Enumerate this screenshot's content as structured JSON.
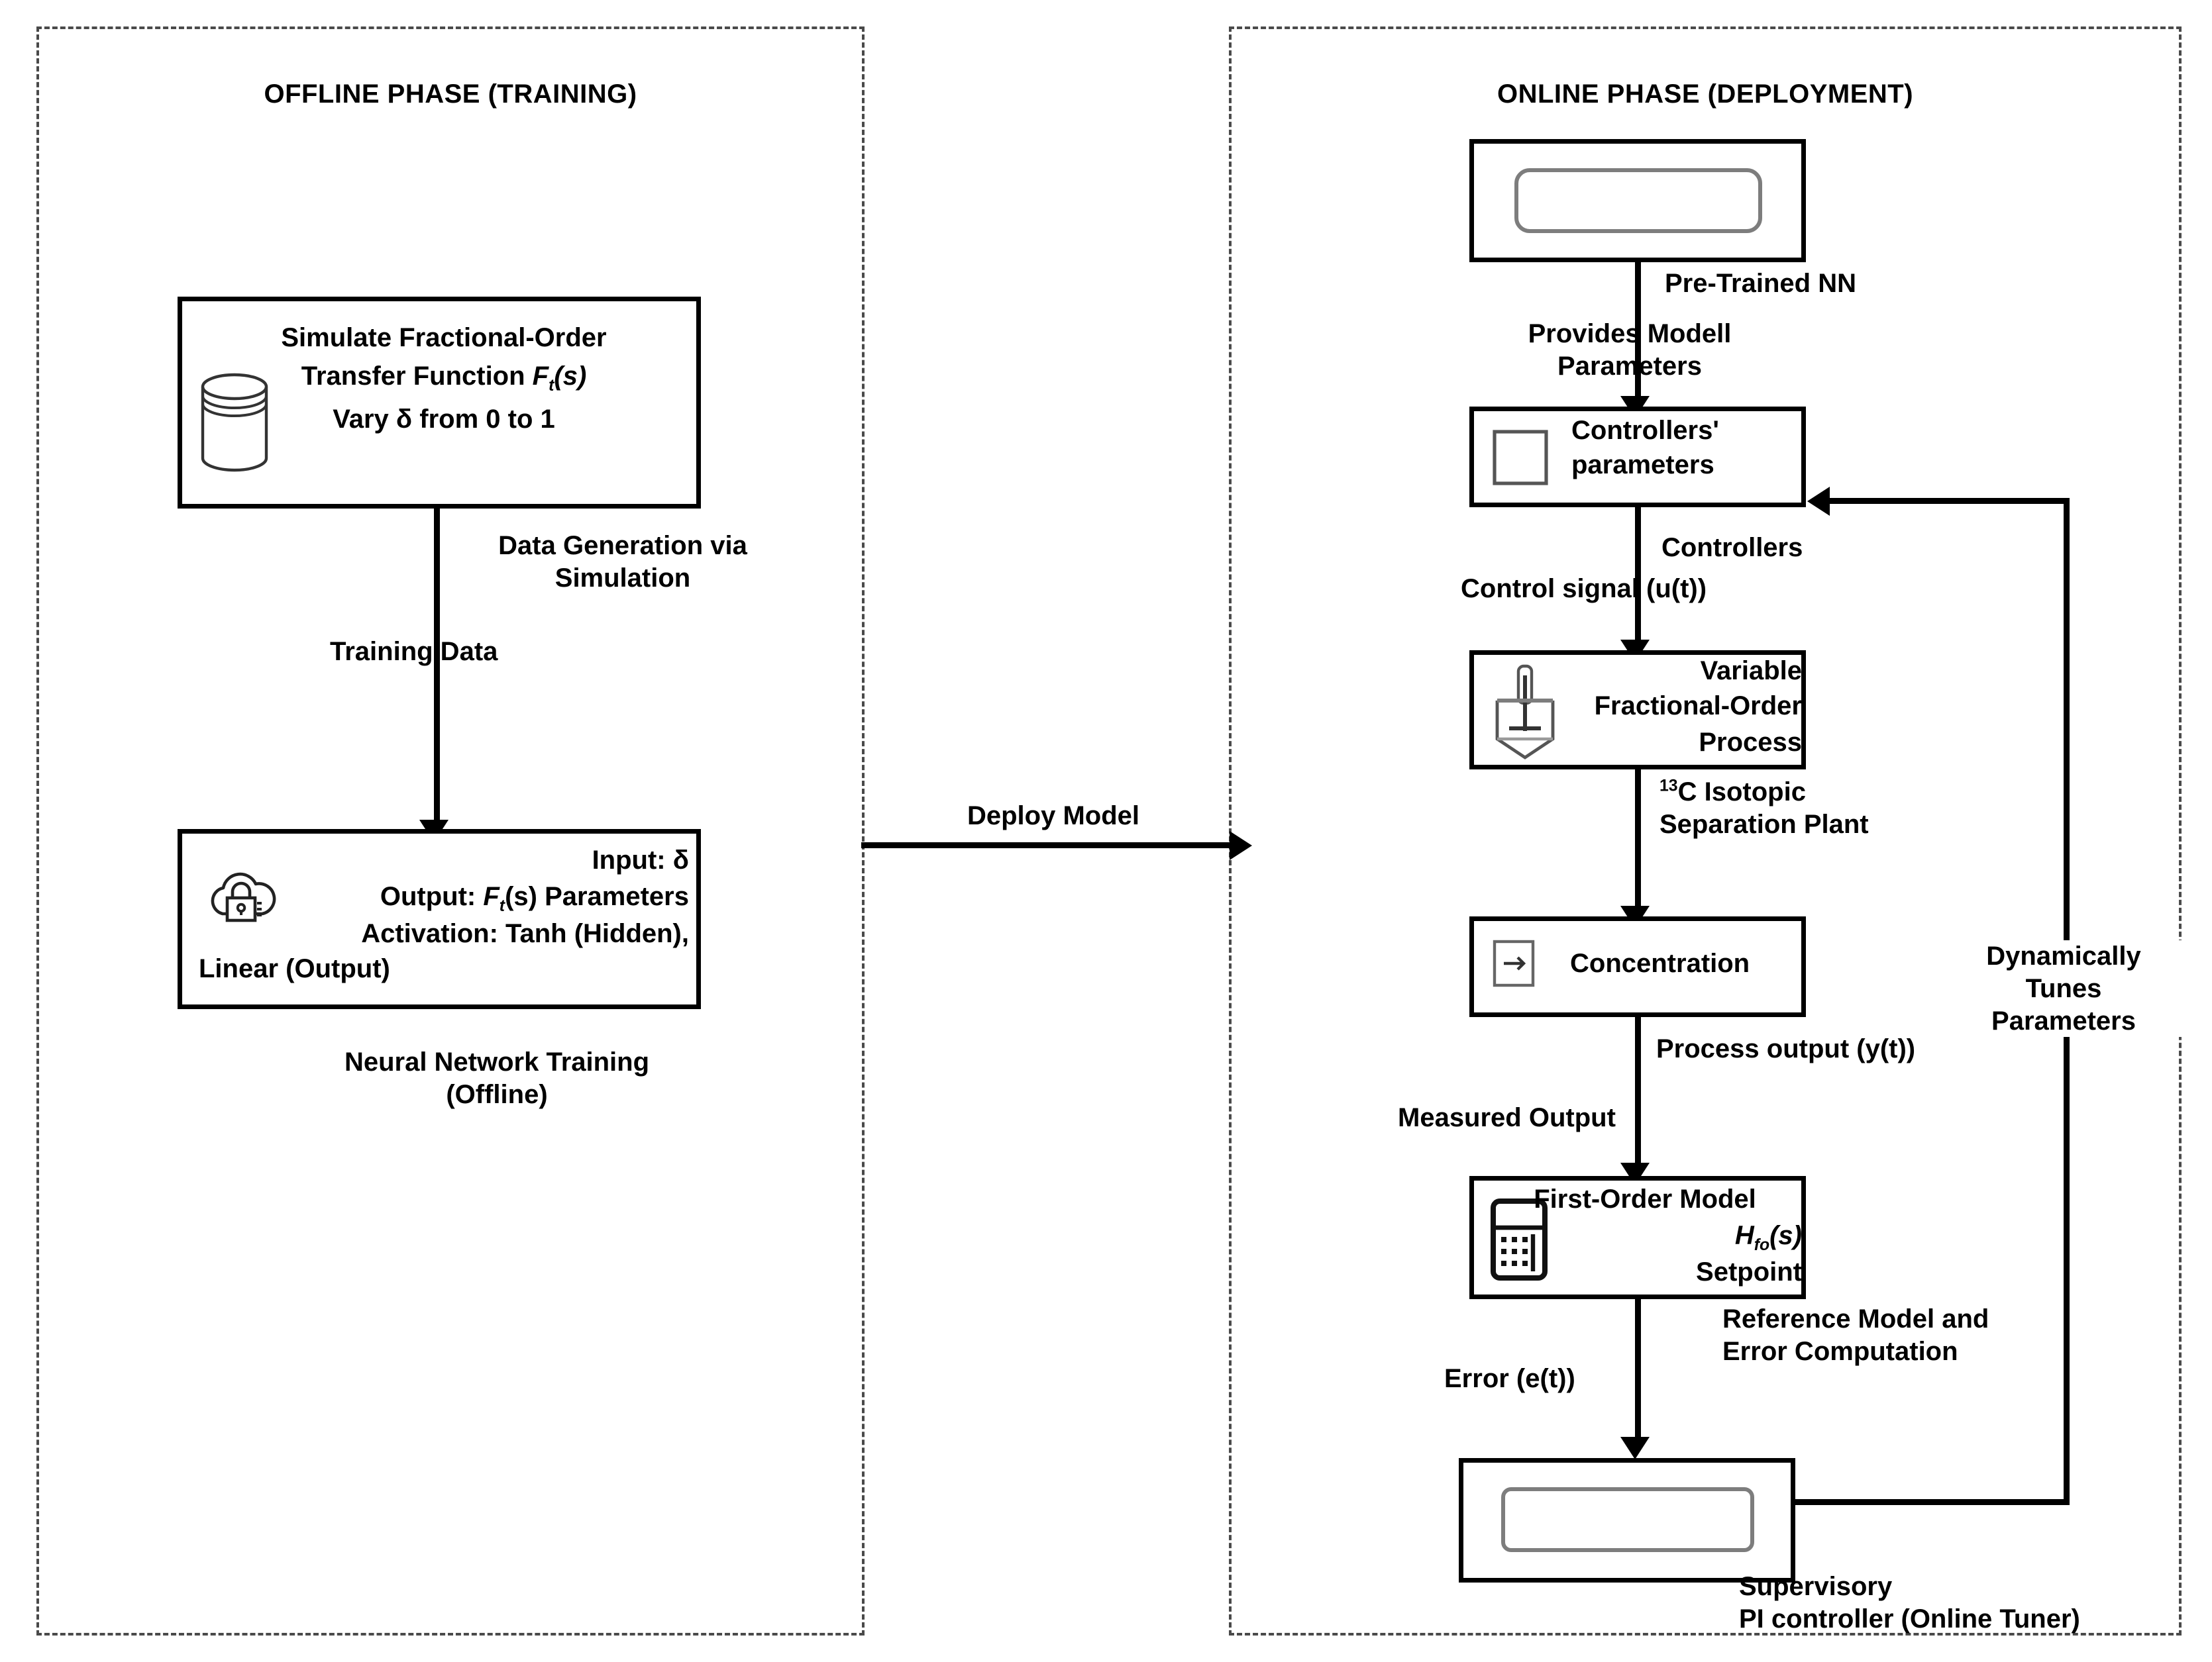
{
  "figure": {
    "type": "flow-diagram",
    "title_left": "OFFLINE PHASE (TRAINING)",
    "title_right": "ONLINE PHASE (DEPLOYMENT)"
  },
  "offline": {
    "simulate_box": {
      "line1": "Simulate Fractional-Order",
      "line2_pre": "Transfer Function ",
      "line2_F": "F",
      "line2_sub": "t",
      "line2_post": "(s)",
      "line3": "Vary δ from 0 to 1",
      "icon": "database-cylinder-icon"
    },
    "edge_generation": "Data Generation via\nSimulation",
    "edge_training_data": "Training Data",
    "nn_box": {
      "line1": "Input: δ",
      "line2_pre": "Output: ",
      "line2_F": "F",
      "line2_sub": "t",
      "line2_post": "(s) Parameters",
      "line3": "Activation: Tanh (Hidden),",
      "line4": "Linear (Output)",
      "icon": "cloud-lock-icon"
    },
    "nn_caption": "Neural Network Training\n(Offline)"
  },
  "bridge": {
    "deploy_label": "Deploy Model"
  },
  "online": {
    "pretrained_box": {
      "caption": "Pre-Trained NN",
      "icon": "rounded-panel-icon"
    },
    "edge_provides": "Provides Modell\nParameters",
    "controllers_box": {
      "line1": "Controllers'",
      "line2": "parameters",
      "caption": "Controllers",
      "icon": "square-outline-icon"
    },
    "edge_control_signal": "Control signal (u(t))",
    "process_box": {
      "line1": "Variable",
      "line2": "Fractional-Order",
      "line3": "Process",
      "icon": "plunger-vessel-icon"
    },
    "edge_plant": "¹³C Isotopic\nSeparation Plant",
    "edge_plant_sup": "13",
    "edge_plant_rest": "C Isotopic\nSeparation Plant",
    "concentration_box": {
      "label": "Concentration",
      "icon": "arrow-right-box-icon"
    },
    "edge_process_output": "Process output (y(t))",
    "edge_measured_output": "Measured Output",
    "first_order_box": {
      "line1": "First-Order Model",
      "line2_H": "H",
      "line2_sub": "fo",
      "line2_post": "(s)",
      "line3": "Setpoint",
      "icon": "calculator-icon"
    },
    "edge_error": "Error (e(t))",
    "edge_reference": "Reference Model and\nError Computation",
    "supervisory_box": {
      "caption": "Supervisory\nPI controller (Online Tuner)",
      "icon": "rounded-panel-icon"
    },
    "feedback_label": "Dynamically\nTunes\nParameters"
  },
  "colors": {
    "stroke": "#000000",
    "panel_dash": "#4a4a4a",
    "icon_gray": "#555555",
    "background": "#ffffff"
  }
}
